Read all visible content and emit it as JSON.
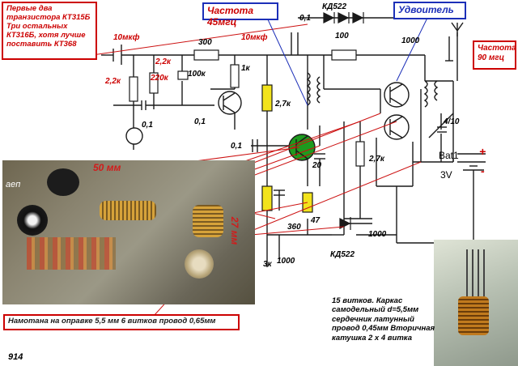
{
  "colors": {
    "wire": "#1a1a1a",
    "resistor_fill": "#f2e31c",
    "transistor_fill": "#1e9a1e",
    "red_note": "#cc0000",
    "blue_box": "#1c2fb8",
    "pointer_red": "#cc1111"
  },
  "notes": {
    "transistors_note": "Первые два транзистора КТ315Б Три остальных КТ316Б, хотя лучше поставить КТ368",
    "freq45": "Частота 45мгц",
    "doubler": "Удвоитель",
    "freq90": "Частота 90 мгц",
    "coil_note": "Намотана на оправке 5,5 мм 6 витков провод 0,65мм",
    "coil_spec": "15 витков. Каркас самодельный d=5,5мм сердечник латунный провод 0,45мм Вторичная катушка 2 х 4 витка",
    "page_number": "914",
    "photo_dim_h": "50 мм",
    "photo_dim_v": "27 мм",
    "photo_mark": "аеп"
  },
  "components": {
    "c_in": "10мкф",
    "r300": "300",
    "c_10mkf": "10мкф",
    "r2k2_a": "2,2к",
    "r2k2_b": "2,2к",
    "r220k": "220к",
    "r100k": "100к",
    "r1k": "1к",
    "c01_a": "0,1",
    "c01_b": "0,1",
    "c01_c": "0,1",
    "c01_d": "0,1",
    "r2k7_a": "2,7к",
    "r2k7_b": "2,7к",
    "kd522_top": "КД522",
    "r100": "100",
    "c1000_a": "1000",
    "c1000_b": "1000",
    "c1000_c": "1000",
    "c4_10": "4/10",
    "c20": "20",
    "c360": "360",
    "c47": "47",
    "r3k": "3к",
    "kd522_bottom": "КД522",
    "battery_name": "Bat1",
    "battery_voltage": "3V",
    "plus": "+",
    "minus": "-"
  }
}
